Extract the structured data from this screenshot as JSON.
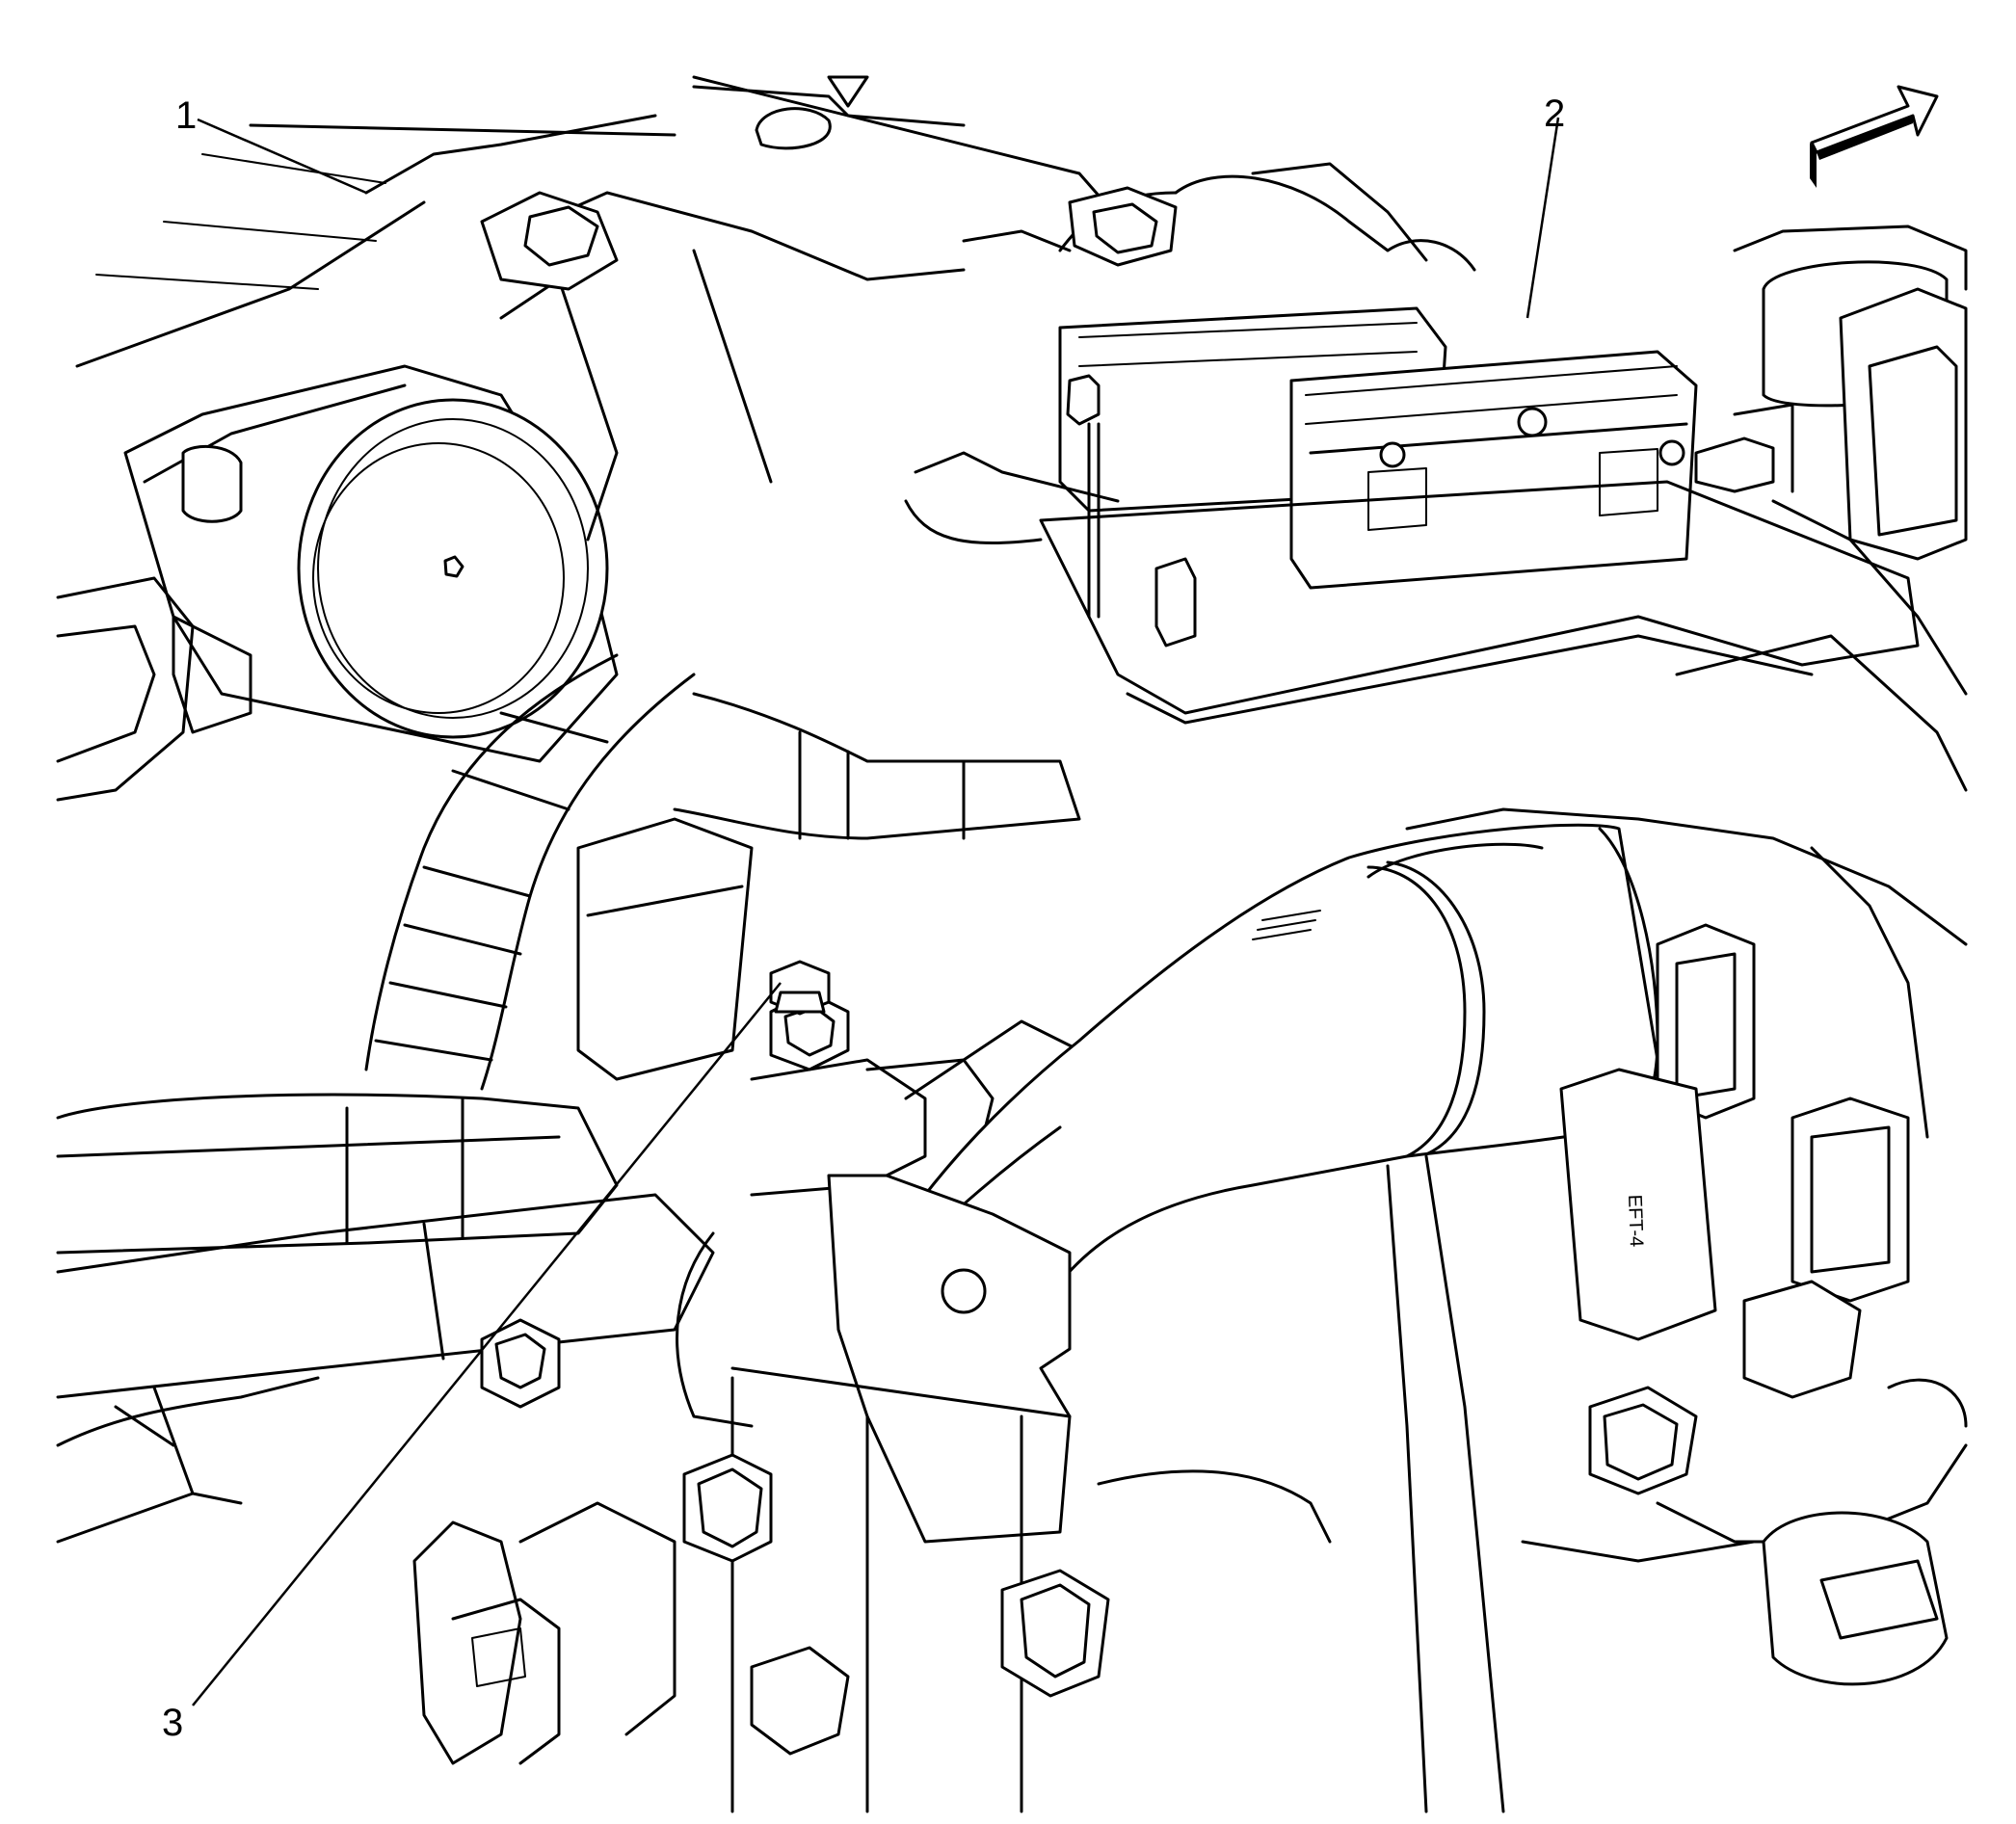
{
  "callouts": [
    {
      "id": "1",
      "label": "1"
    },
    {
      "id": "2",
      "label": "2"
    },
    {
      "id": "3",
      "label": "3"
    }
  ],
  "direction_arrow": {
    "icon": "front-direction-arrow-icon"
  },
  "part_marking": "EFT-4",
  "colors": {
    "line": "#000000",
    "background": "#ffffff"
  }
}
